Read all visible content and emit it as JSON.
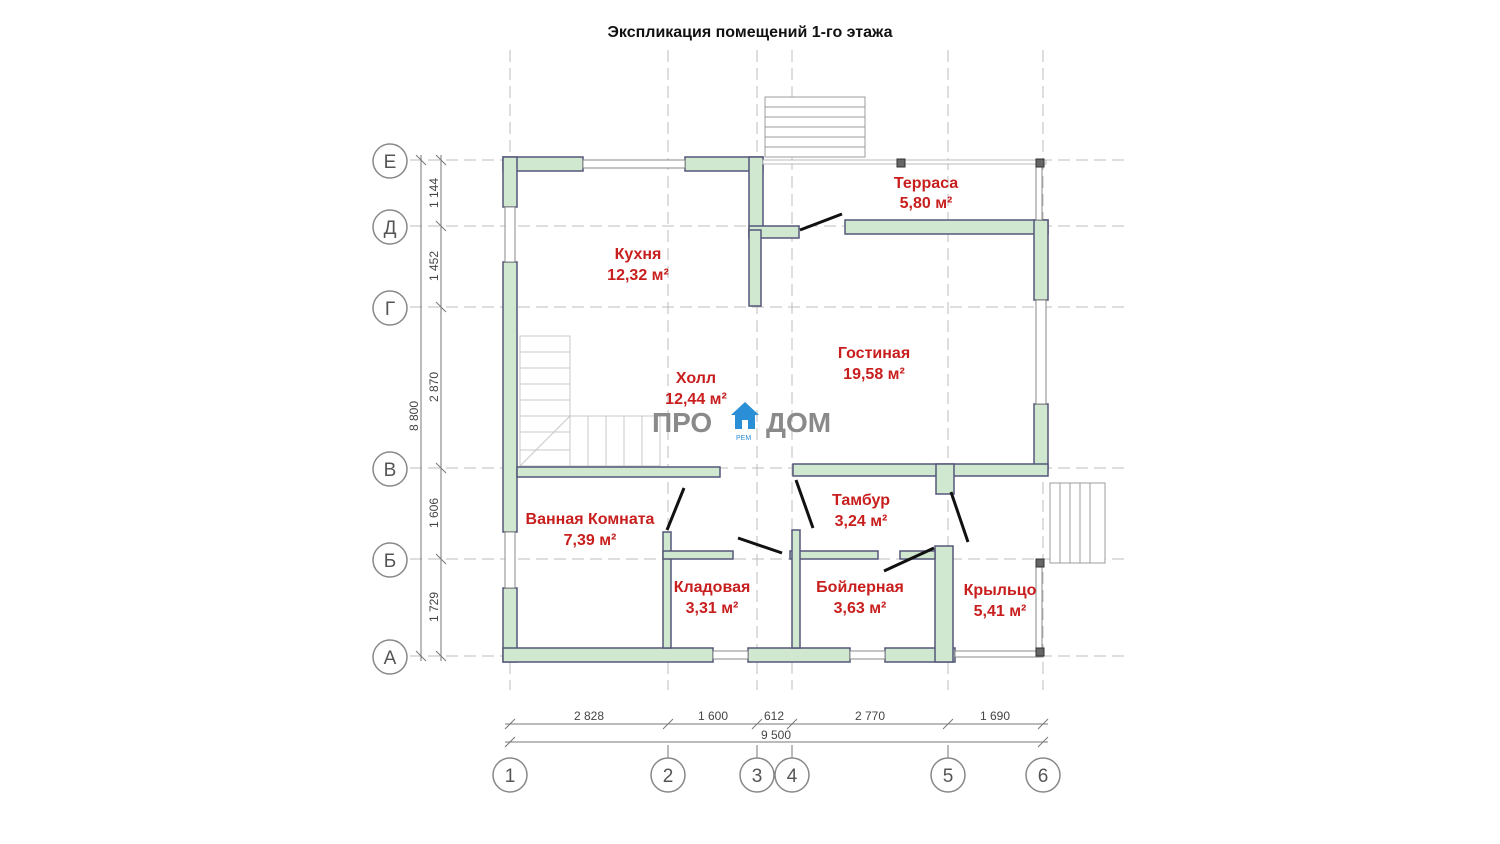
{
  "title": "Экспликация помещений 1-го этажа",
  "accent_color": "#c81e1e",
  "wall_color": "#cfe8cf",
  "rooms": [
    {
      "id": "terrace",
      "name": "Терраса",
      "area": "5,80 м²"
    },
    {
      "id": "kitchen",
      "name": "Кухня",
      "area": "12,32 м²"
    },
    {
      "id": "living",
      "name": "Гостиная",
      "area": "19,58 м²"
    },
    {
      "id": "hall",
      "name": "Холл",
      "area": "12,44 м²"
    },
    {
      "id": "vestibule",
      "name": "Тамбур",
      "area": "3,24 м²"
    },
    {
      "id": "bathroom",
      "name": "Ванная Комната",
      "area": "7,39 м²"
    },
    {
      "id": "pantry",
      "name": "Кладовая",
      "area": "3,31 м²"
    },
    {
      "id": "boiler",
      "name": "Бойлерная",
      "area": "3,63 м²"
    },
    {
      "id": "porch",
      "name": "Крыльцо",
      "area": "5,41 м²"
    }
  ],
  "row_axes": [
    "Е",
    "Д",
    "Г",
    "В",
    "Б",
    "А"
  ],
  "col_axes": [
    "1",
    "2",
    "3",
    "4",
    "5",
    "6"
  ],
  "row_dimensions": [
    "1 144",
    "1 452",
    "2 870",
    "1 606",
    "1 729"
  ],
  "total_height": "8 800",
  "col_dimensions": [
    "2 828",
    "1 600",
    "612",
    "2 770",
    "1 690"
  ],
  "total_width": "9 500",
  "logo": {
    "left": "ПРО",
    "right": "ДОМ",
    "sub": "РЕМ"
  }
}
